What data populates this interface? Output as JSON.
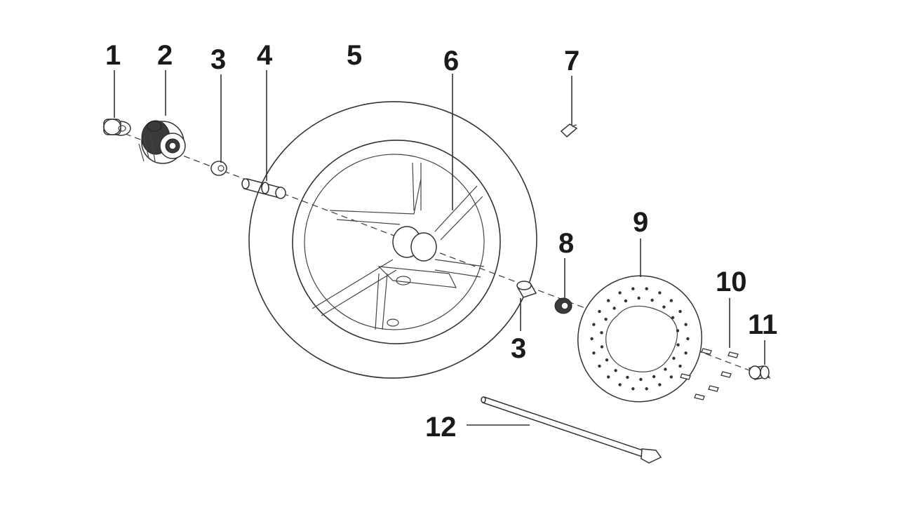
{
  "callouts": [
    {
      "id": "1",
      "label": "1"
    },
    {
      "id": "2",
      "label": "2"
    },
    {
      "id": "3a",
      "label": "3"
    },
    {
      "id": "4",
      "label": "4"
    },
    {
      "id": "5",
      "label": "5"
    },
    {
      "id": "6",
      "label": "6"
    },
    {
      "id": "7",
      "label": "7"
    },
    {
      "id": "8",
      "label": "8"
    },
    {
      "id": "9",
      "label": "9"
    },
    {
      "id": "3b",
      "label": "3"
    },
    {
      "id": "10",
      "label": "10"
    },
    {
      "id": "11",
      "label": "11"
    },
    {
      "id": "12",
      "label": "12"
    }
  ],
  "colors": {
    "line": "#333333",
    "text": "#1a1a1a",
    "background": "#ffffff"
  }
}
